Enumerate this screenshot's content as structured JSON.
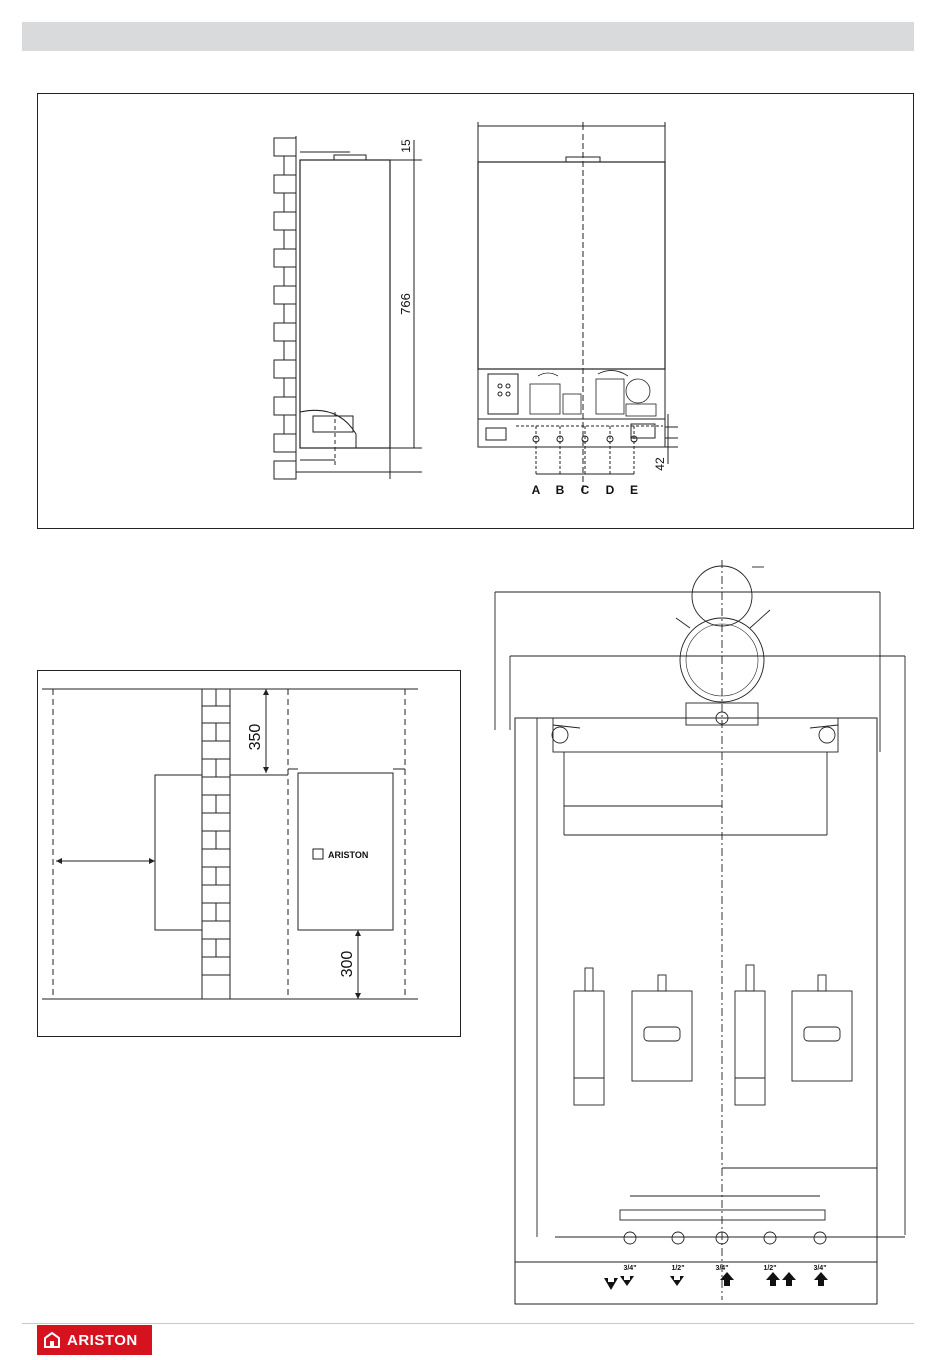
{
  "dimensions": {
    "top_gap": "15",
    "height": "766",
    "bottom_offset": "42",
    "clear_top": "350",
    "clear_bottom": "300"
  },
  "connections": [
    "A",
    "B",
    "C",
    "D",
    "E"
  ],
  "brand": {
    "name": "ARISTON"
  },
  "template_fittings": [
    "3/4\"",
    "1/2\"",
    "3/4\"",
    "1/2\"",
    "3/4\""
  ],
  "colors": {
    "header": "#d9dadb",
    "brand_red": "#d6121f",
    "line": "#222222"
  }
}
